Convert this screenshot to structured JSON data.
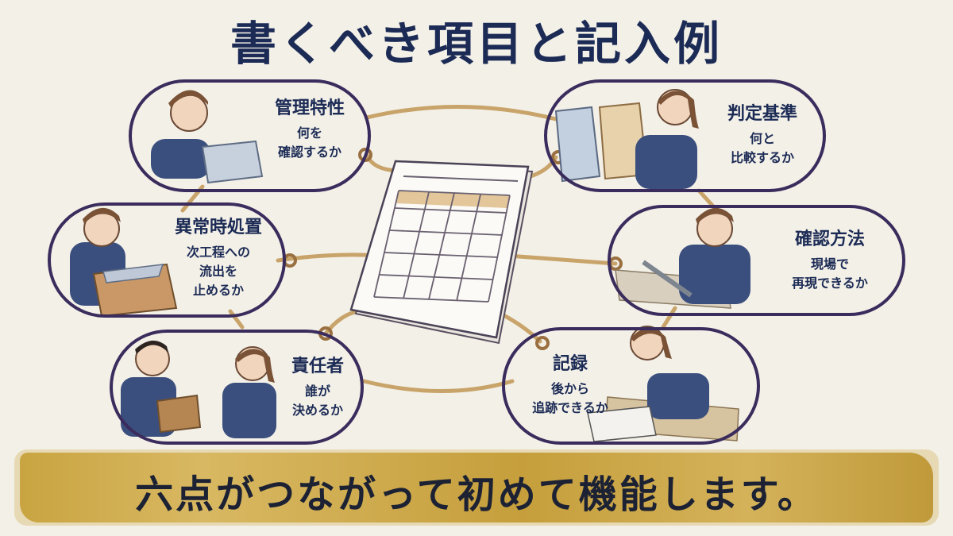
{
  "title": "書くべき項目と記入例",
  "items": [
    {
      "heading": "管理特性",
      "lines": [
        "何を",
        "確認するか"
      ]
    },
    {
      "heading": "判定基準",
      "lines": [
        "何と",
        "比較するか"
      ]
    },
    {
      "heading": "異常時処置",
      "lines": [
        "次工程への",
        "流出を",
        "止めるか"
      ]
    },
    {
      "heading": "確認方法",
      "lines": [
        "現場で",
        "再現できるか"
      ]
    },
    {
      "heading": "責任者",
      "lines": [
        "誰が",
        "決めるか"
      ]
    },
    {
      "heading": "記録",
      "lines": [
        "後から",
        "追跡できるか"
      ]
    }
  ],
  "banner": "六点がつながって初めて機能します。",
  "colors": {
    "title": "#1c2b55",
    "bubble_border": "#3a2c5c",
    "rope": "#c8a46a",
    "banner": "#c9a441",
    "uniform": "#3b4f7e"
  }
}
